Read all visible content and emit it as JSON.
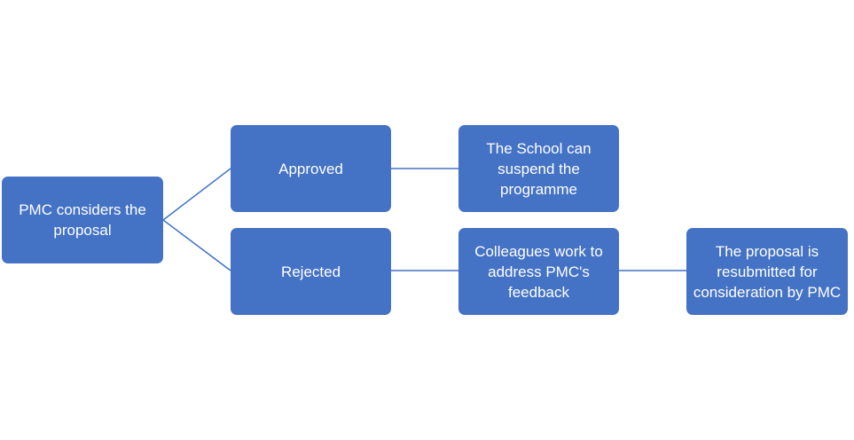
{
  "diagram": {
    "colors": {
      "box_fill": "#4472C4",
      "connector": "#4472C4",
      "text": "#FFFFFF",
      "background": "#FFFFFF"
    },
    "nodes": {
      "pmc_considers": "PMC considers the proposal",
      "approved": "Approved",
      "rejected": "Rejected",
      "school_suspend": "The School can suspend the programme",
      "colleagues_work": "Colleagues work to address PMC's feedback",
      "resubmitted": "The proposal is resubmitted for consideration by PMC"
    },
    "edges": [
      {
        "from": "PMC considers the proposal",
        "to": "Approved"
      },
      {
        "from": "PMC considers the proposal",
        "to": "Rejected"
      },
      {
        "from": "Approved",
        "to": "The School can suspend the programme"
      },
      {
        "from": "Rejected",
        "to": "Colleagues work to address PMC's feedback"
      },
      {
        "from": "Colleagues work to address PMC's feedback",
        "to": "The proposal is resubmitted for consideration by PMC"
      }
    ]
  }
}
